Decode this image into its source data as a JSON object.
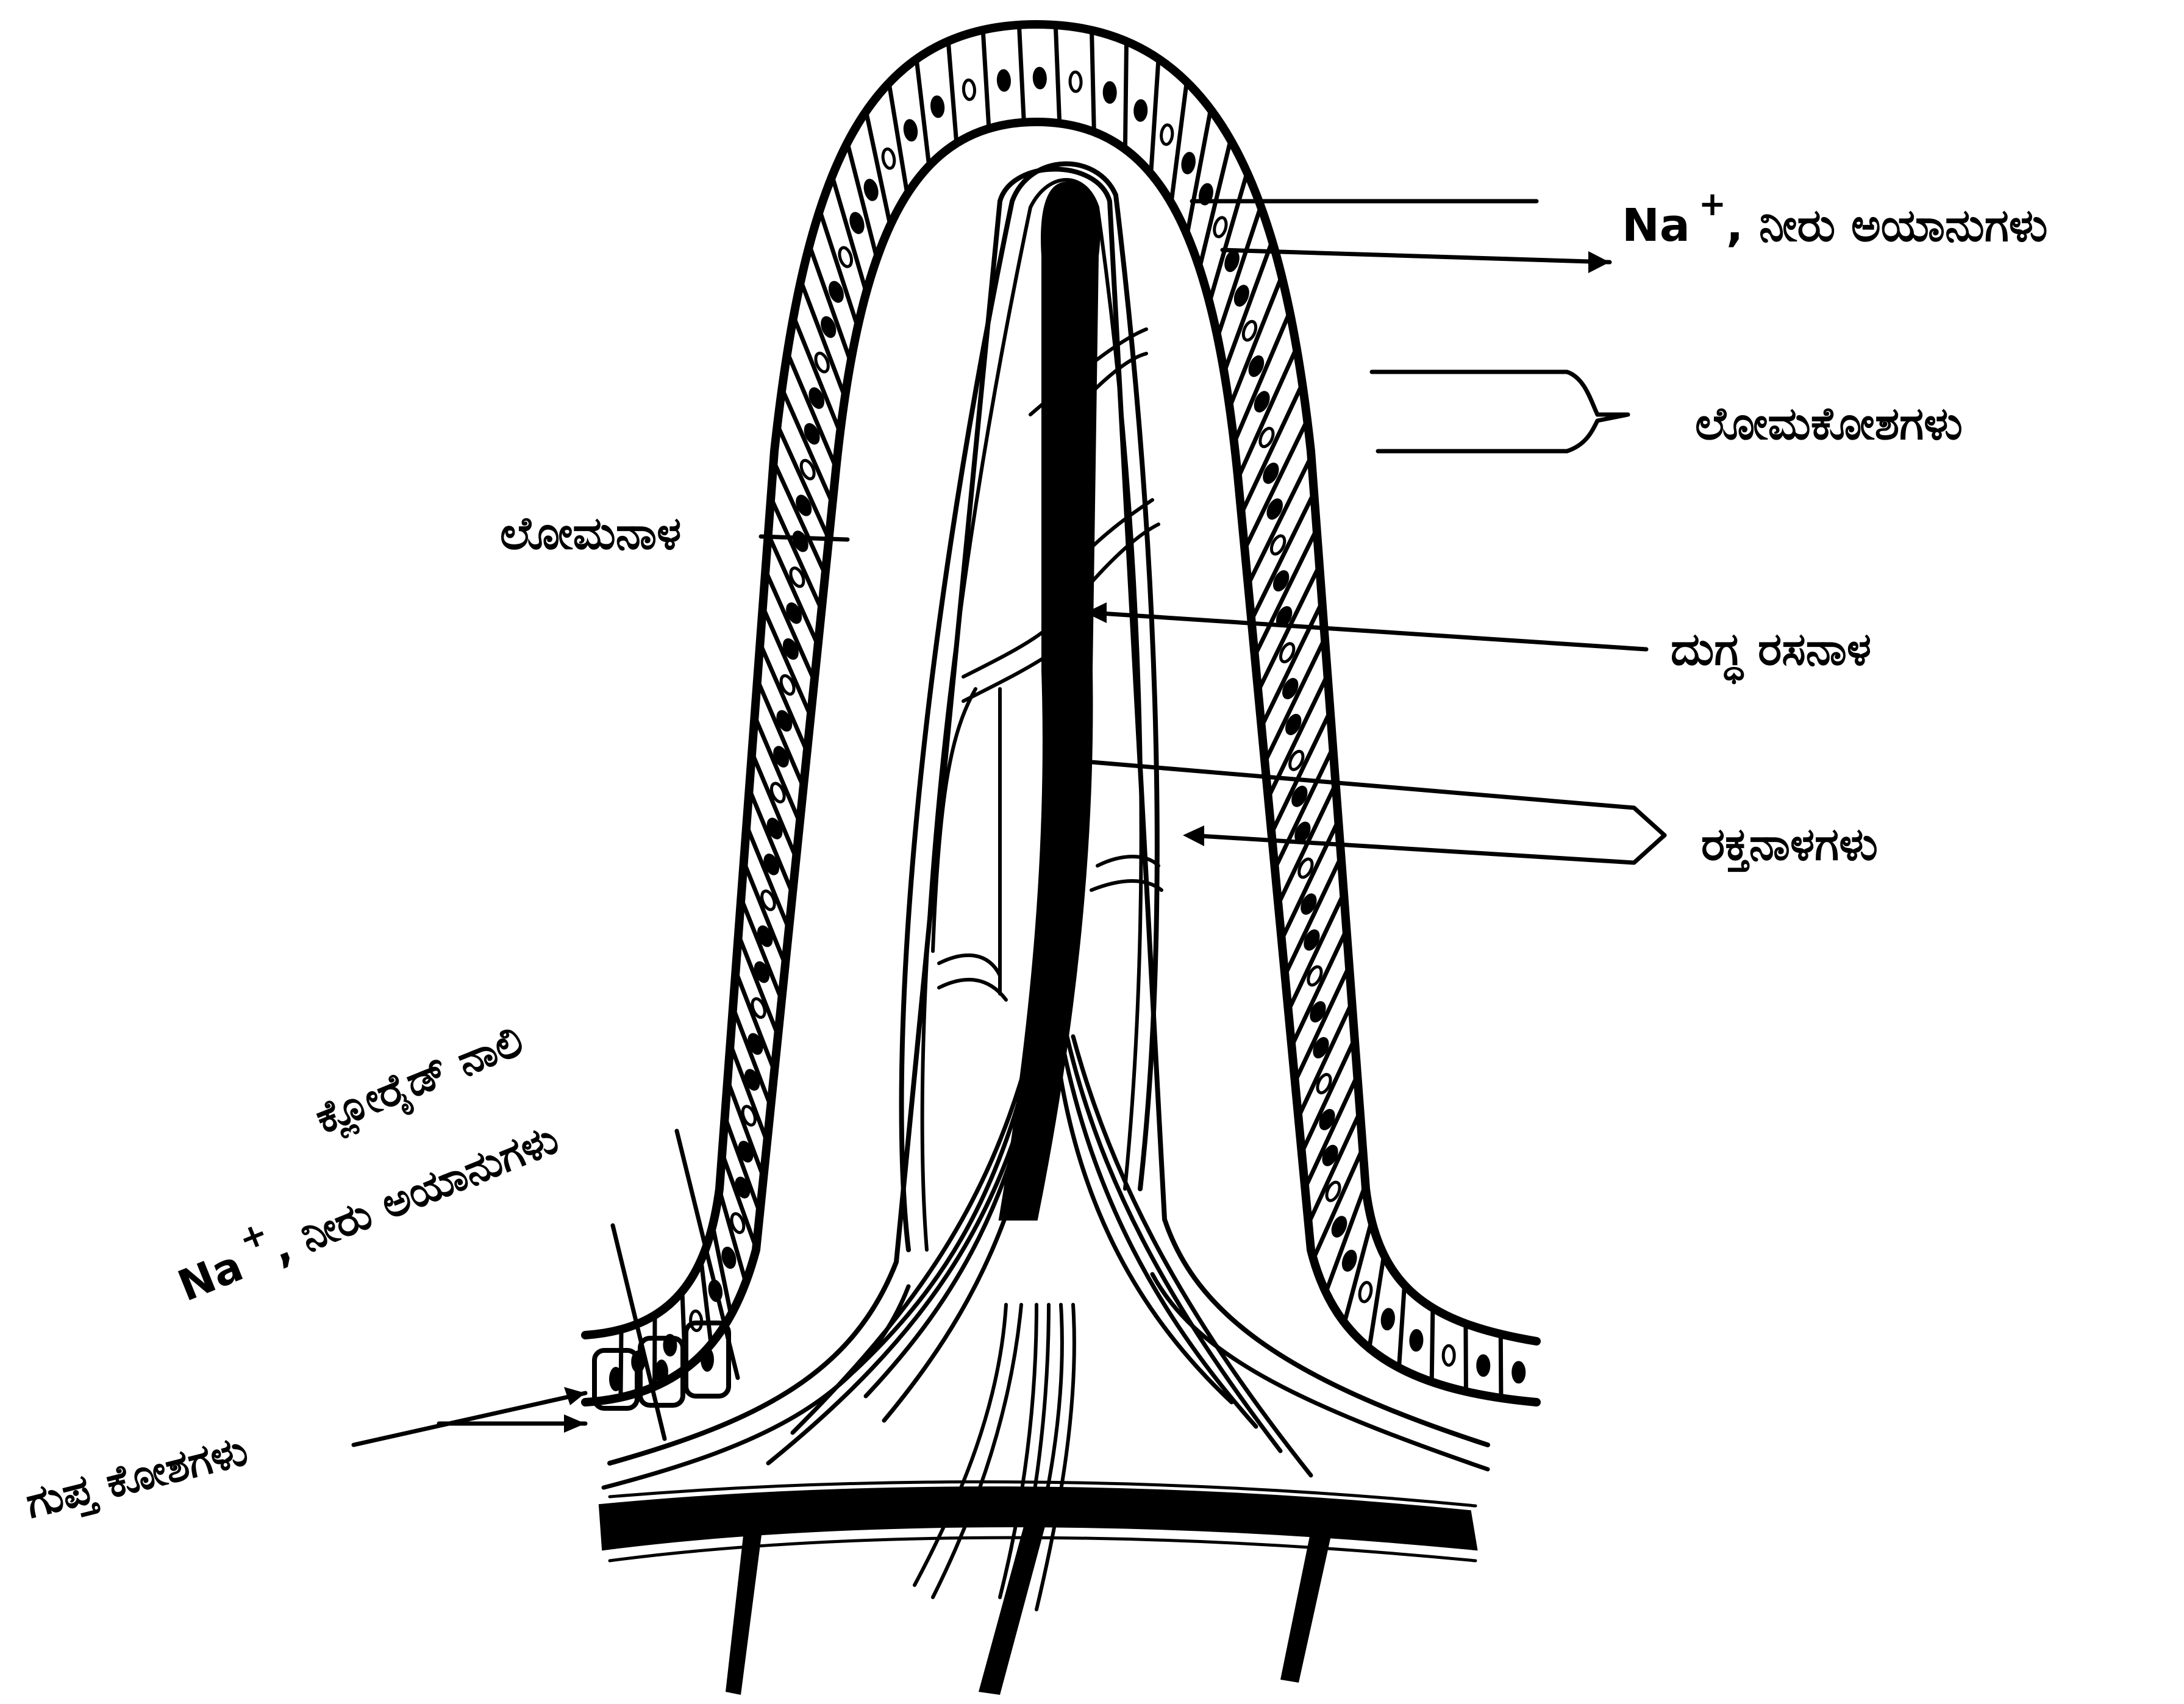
{
  "labels": {
    "na_water_right_prefix": "Na",
    "na_water_right_sup": "+",
    "na_water_right_text": ", ನೀರು ಅಯಾನುಗಳು",
    "microvilli": "ಲೋಮಕೋಶಗಳು",
    "capillary": "ಲೋಮನಾಳ",
    "lacteal": "ದುಗ್ಧ ರಸನಾಳ",
    "blood_vessels": "ರಕ್ತನಾಳಗಳು",
    "chloride_channel": "ಕ್ಲೋರೈಡ್ ನಾಲಿ",
    "na_water_left_prefix": "Na",
    "na_water_left_sup": "+",
    "na_water_left_text": ", ನೀರು ಅಯಾನುಗಳು",
    "crypt_cells": "ಗುಪ್ತ ಕೋಶಗಳು"
  },
  "colors": {
    "ink": "#000000",
    "background": "#ffffff"
  }
}
